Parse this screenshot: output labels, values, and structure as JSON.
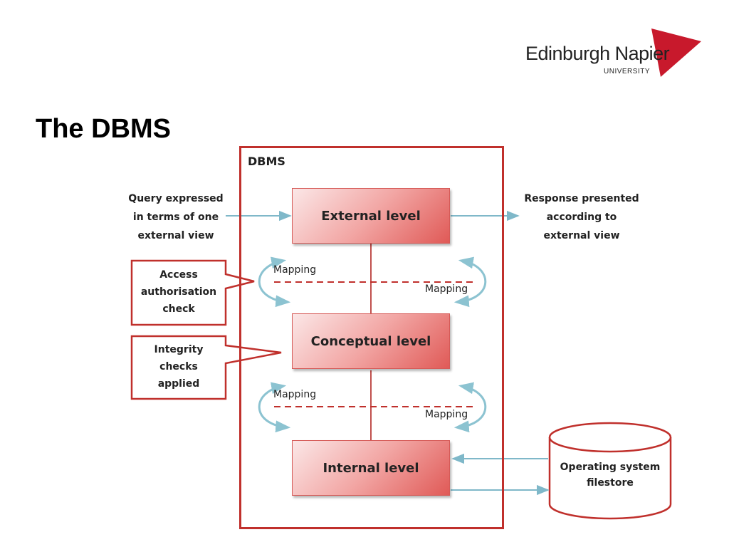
{
  "title": "The DBMS",
  "logo": {
    "name": "Edinburgh Napier",
    "subtitle": "UNIVERSITY",
    "accent_color": "#c8192c"
  },
  "diagram": {
    "frame_label": "DBMS",
    "levels": {
      "external": "External level",
      "conceptual": "Conceptual level",
      "internal": "Internal level"
    },
    "query_text": [
      "Query expressed",
      "in terms of one",
      "external view"
    ],
    "response_text": [
      "Response presented",
      "according to",
      "external view"
    ],
    "callouts": {
      "access": [
        "Access",
        "authorisation",
        "check"
      ],
      "integrity": [
        "Integrity",
        "checks",
        "applied"
      ]
    },
    "mapping_labels": {
      "upper_left": "Mapping",
      "upper_right": "Mapping",
      "lower_left": "Mapping",
      "lower_right": "Mapping"
    },
    "filestore": [
      "Operating system",
      "filestore"
    ],
    "colors": {
      "frame": "#c0302c",
      "connector": "#c0504d",
      "arrow": "#7fb8c9",
      "dashed": "#c0302c"
    }
  }
}
